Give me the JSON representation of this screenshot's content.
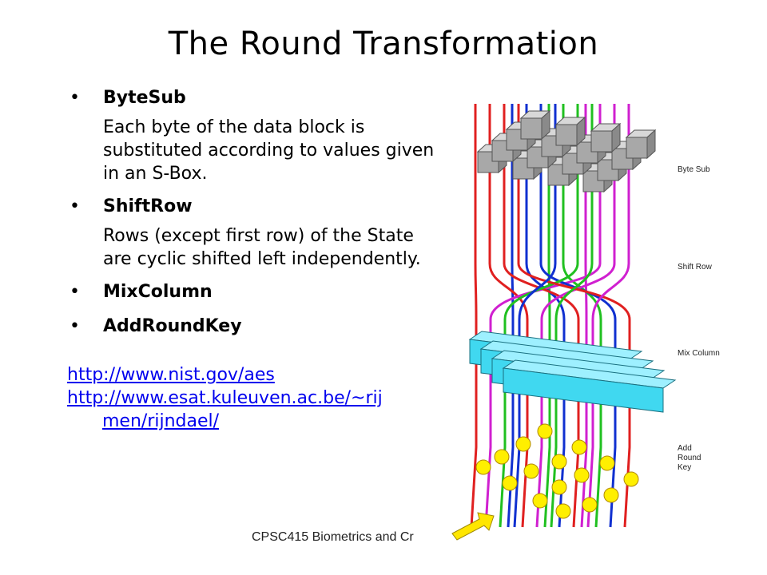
{
  "slide": {
    "title": "The Round Transformation"
  },
  "bullets": [
    {
      "head": "ByteSub",
      "desc": "Each byte of the data block is substituted according to values given in an S-Box."
    },
    {
      "head": "ShiftRow",
      "desc": "Rows (except first row) of the State are cyclic shifted left independently."
    },
    {
      "head": "MixColumn"
    },
    {
      "head": "AddRoundKey"
    }
  ],
  "links": {
    "link1": "http://www.nist.gov/aes",
    "link2_line1": "http://www.esat.kuleuven.ac.be/~rij",
    "link2_line2": "men/rijndael/"
  },
  "diagram": {
    "labels": {
      "byte_sub": "Byte Sub",
      "shift_row": "Shift Row",
      "mix_column": "Mix Column",
      "add_round_key_1": "Add",
      "add_round_key_2": "Round",
      "add_round_key_3": "Key"
    },
    "colors": {
      "red": "#e02020",
      "blue": "#1030d0",
      "green": "#20c020",
      "magenta": "#d020d0",
      "cube_top": "#d8d8d8",
      "cube_front": "#a8a8a8",
      "mix_bar": "#40d8f0",
      "key_ball": "#ffef00",
      "arrow": "#ffe600"
    }
  },
  "footer": {
    "text": "CPSC415 Biometrics and Cr"
  }
}
